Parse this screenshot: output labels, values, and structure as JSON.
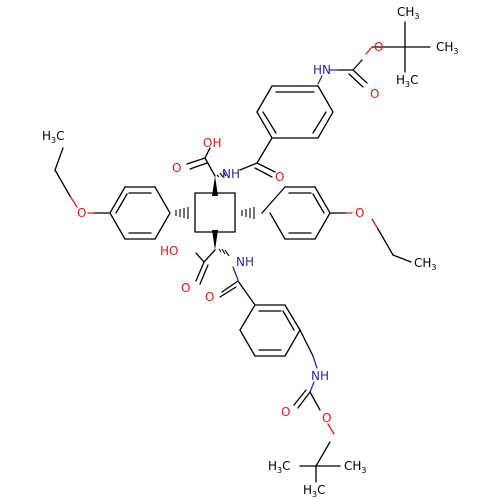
{
  "colors": {
    "bond": "#000000",
    "oxygen": "#e01818",
    "nitrogen": "#2a2a9c",
    "carbon_label": "#000000",
    "background": "#ffffff"
  },
  "labels": {
    "nh_top": "HN",
    "o_carbamate_top_ester": "O",
    "o_carbamate_top_carbonyl": "O",
    "ch3_top_1": "CH",
    "ch3_top_1_sub": "3",
    "ch3_top_2": "H",
    "ch3_top_2_pre": "C",
    "ch3_top_2_sub": "3",
    "ch3_top_3": "CH",
    "ch3_top_3_sub": "3",
    "o_amide_top": "O",
    "nh_amide_top": "NH",
    "oh_top": "OH",
    "o_acid_top": "O",
    "ch3_propyl_left": "CH",
    "ch3_propyl_left_h": "H",
    "ch3_propyl_left_sub": "3",
    "o_ether_left": "O",
    "o_ether_right": "O",
    "ch3_propyl_right": "CH",
    "ch3_propyl_right_sub": "3",
    "oh_bottom": "HO",
    "o_acid_bottom": "O",
    "nh_amide_bottom": "NH",
    "o_amide_bottom": "O",
    "nh_bottom": "NH",
    "o_carbamate_bottom_carbonyl": "O",
    "o_carbamate_bottom_ester": "O",
    "ch3_bottom_1": "H",
    "ch3_bottom_1_sub": "3",
    "ch3_bottom_1_post": "C",
    "ch3_bottom_2": "CH",
    "ch3_bottom_2_sub": "3",
    "ch3_bottom_3": "H",
    "ch3_bottom_3_sub": "3",
    "ch3_bottom_3_post": "C"
  }
}
